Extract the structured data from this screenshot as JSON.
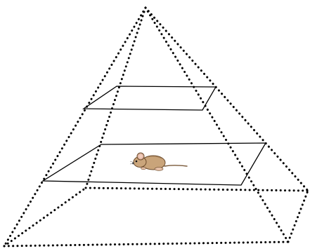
{
  "diagram": {
    "kind": "pyramid-cross-sections",
    "pyramid_edge_style": "dotted",
    "plane_style": "solid",
    "edge_color": "#000000",
    "plane_count": 2,
    "figure": {
      "type": "mouse-icon",
      "on_plane": 2
    }
  }
}
